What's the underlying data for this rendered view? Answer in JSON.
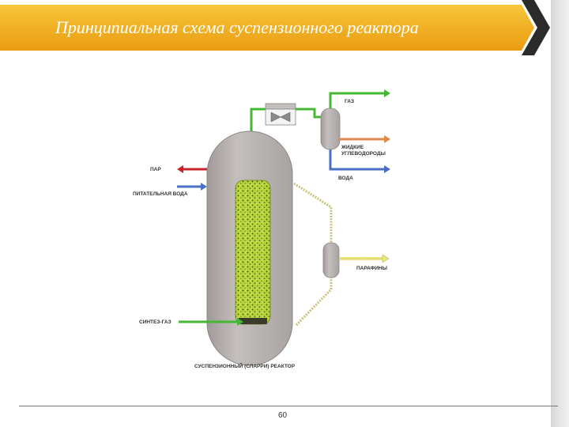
{
  "slide": {
    "title": "Принципиальная схема суспензионного реактора",
    "page_number": "60"
  },
  "diagram": {
    "labels": {
      "gas": "ГАЗ",
      "liquid_hydrocarbons_line1": "ЖИДКИЕ",
      "liquid_hydrocarbons_line2": "УГЛЕВОДОРОДЫ",
      "water_out": "ВОДА",
      "steam": "ПАР",
      "feed_water": "ПИТАТЕЛЬНАЯ ВОДА",
      "paraffins": "ПАРАФИНЫ",
      "syngas": "СИНТЕЗ-ГАЗ",
      "caption": "СУСПЕНЗИОННЫЙ (СЛАРРИ) РЕАКТОР"
    },
    "colors": {
      "gas": "#44b832",
      "liquid_hydrocarbons": "#e08a4a",
      "water": "#4a6fc4",
      "steam": "#c8232b",
      "slurry_loop": "#c9c37a",
      "paraffins": "#e8e680",
      "catalyst": "#b8d43a",
      "vessel": "#b7b2b0"
    }
  }
}
